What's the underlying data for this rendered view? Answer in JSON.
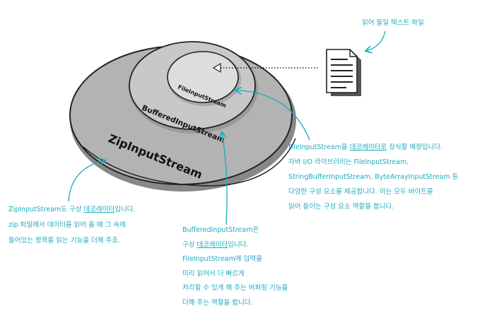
{
  "labels": {
    "zip": "ZipInputStream",
    "buffered": "BufferedInputStream",
    "file": "FileInputStream"
  },
  "file_caption": "읽어 들일 텍스트 파일",
  "notes": {
    "zip": {
      "line1_a": "ZipInputStream도 구상 ",
      "line1_ul": "데코레이터",
      "line1_b": "입니다.",
      "line2": "zip 파일에서 데이터를 읽어 올 때 그 속에",
      "line3": "들어있는 항목을 읽는 기능을 더해 주죠."
    },
    "buffered": {
      "line1": "BufferedInputStream은",
      "line2_a": "구상 ",
      "line2_ul": "데코레이터",
      "line2_b": "입니다.",
      "line3": "FileInputStream에 입력을",
      "line4": "미리 읽어서 더 빠르게",
      "line5": "처리할 수 있게 해 주는 버퍼링 기능을",
      "line6": "더해 주는 역할을 합니다."
    },
    "file": {
      "line1_a": "FileInputStream을 ",
      "line1_ul": "데코레이터로",
      "line1_b": " 장식할 예정입니다.",
      "line2": "자바 I/O 라이브러리는 FileInputStream,",
      "line3": "StringBufferInputStream, ByteArrayInputStream 등",
      "line4": "다양한 구성 요소를 제공합니다. 이는 모두 바이트를",
      "line5": "읽어 들이는 구성 요소 역할을 합니다."
    }
  },
  "colors": {
    "annotation": "#1eaac0",
    "outer_disc": "#b3b3b3",
    "middle_disc": "#c8c8c8",
    "inner_disc": "#dddddd",
    "document": "#ffffff"
  },
  "icons": {
    "document": "text-file-icon"
  }
}
